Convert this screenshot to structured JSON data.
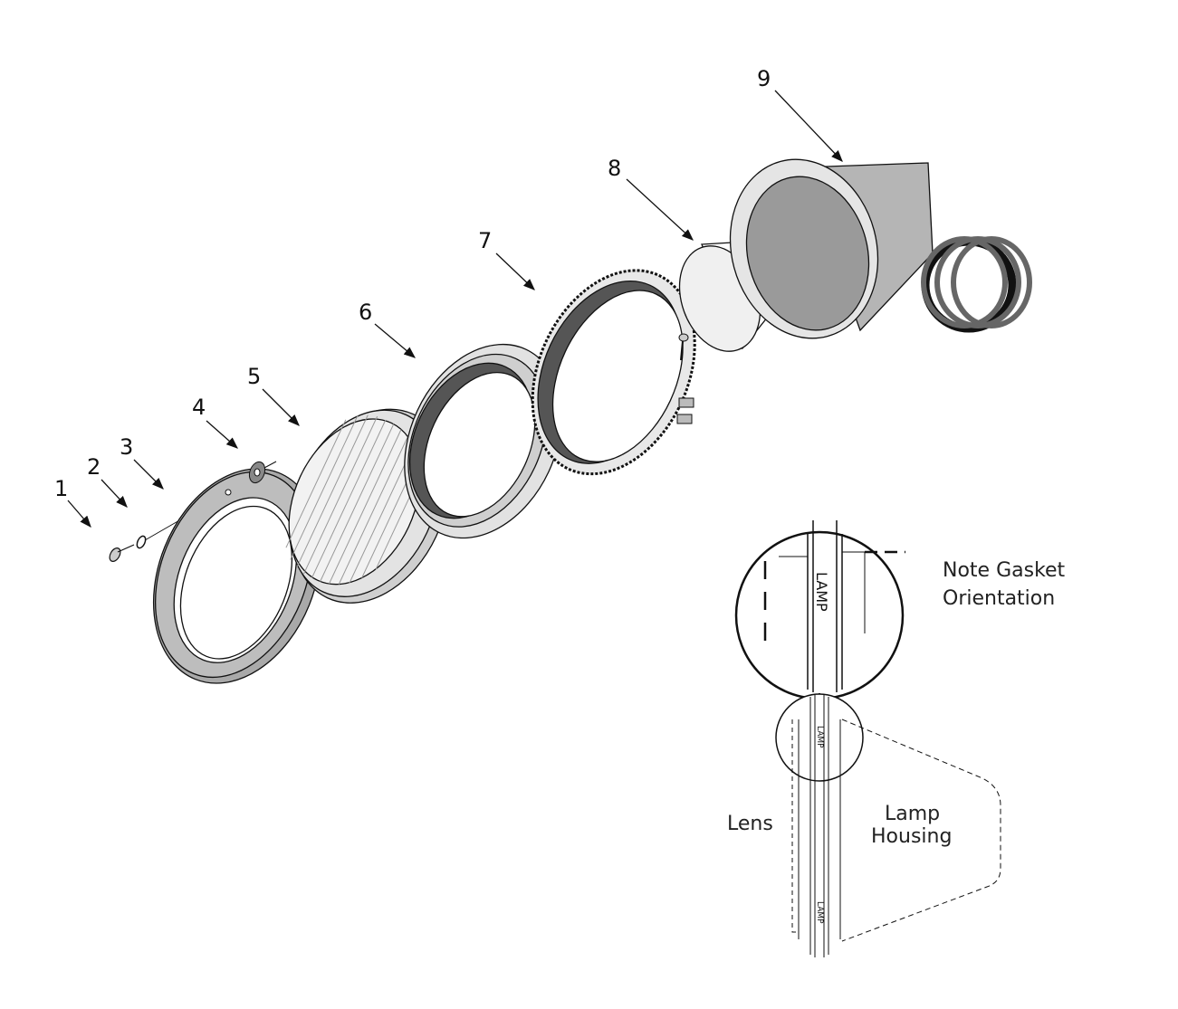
{
  "callouts": [
    "1",
    "2",
    "3",
    "4",
    "5",
    "6",
    "7",
    "8",
    "9"
  ],
  "detail": {
    "note_line1": "Note Gasket",
    "note_line2": "Orientation",
    "lens_label": "Lens",
    "housing_line1": "Lamp",
    "housing_line2": "Housing",
    "gasket_marking": "LAMP"
  },
  "colors": {
    "line": "#111111",
    "light_gray": "#d9d9d9",
    "mid_gray": "#a8a8a8",
    "dark_gray": "#555555"
  }
}
